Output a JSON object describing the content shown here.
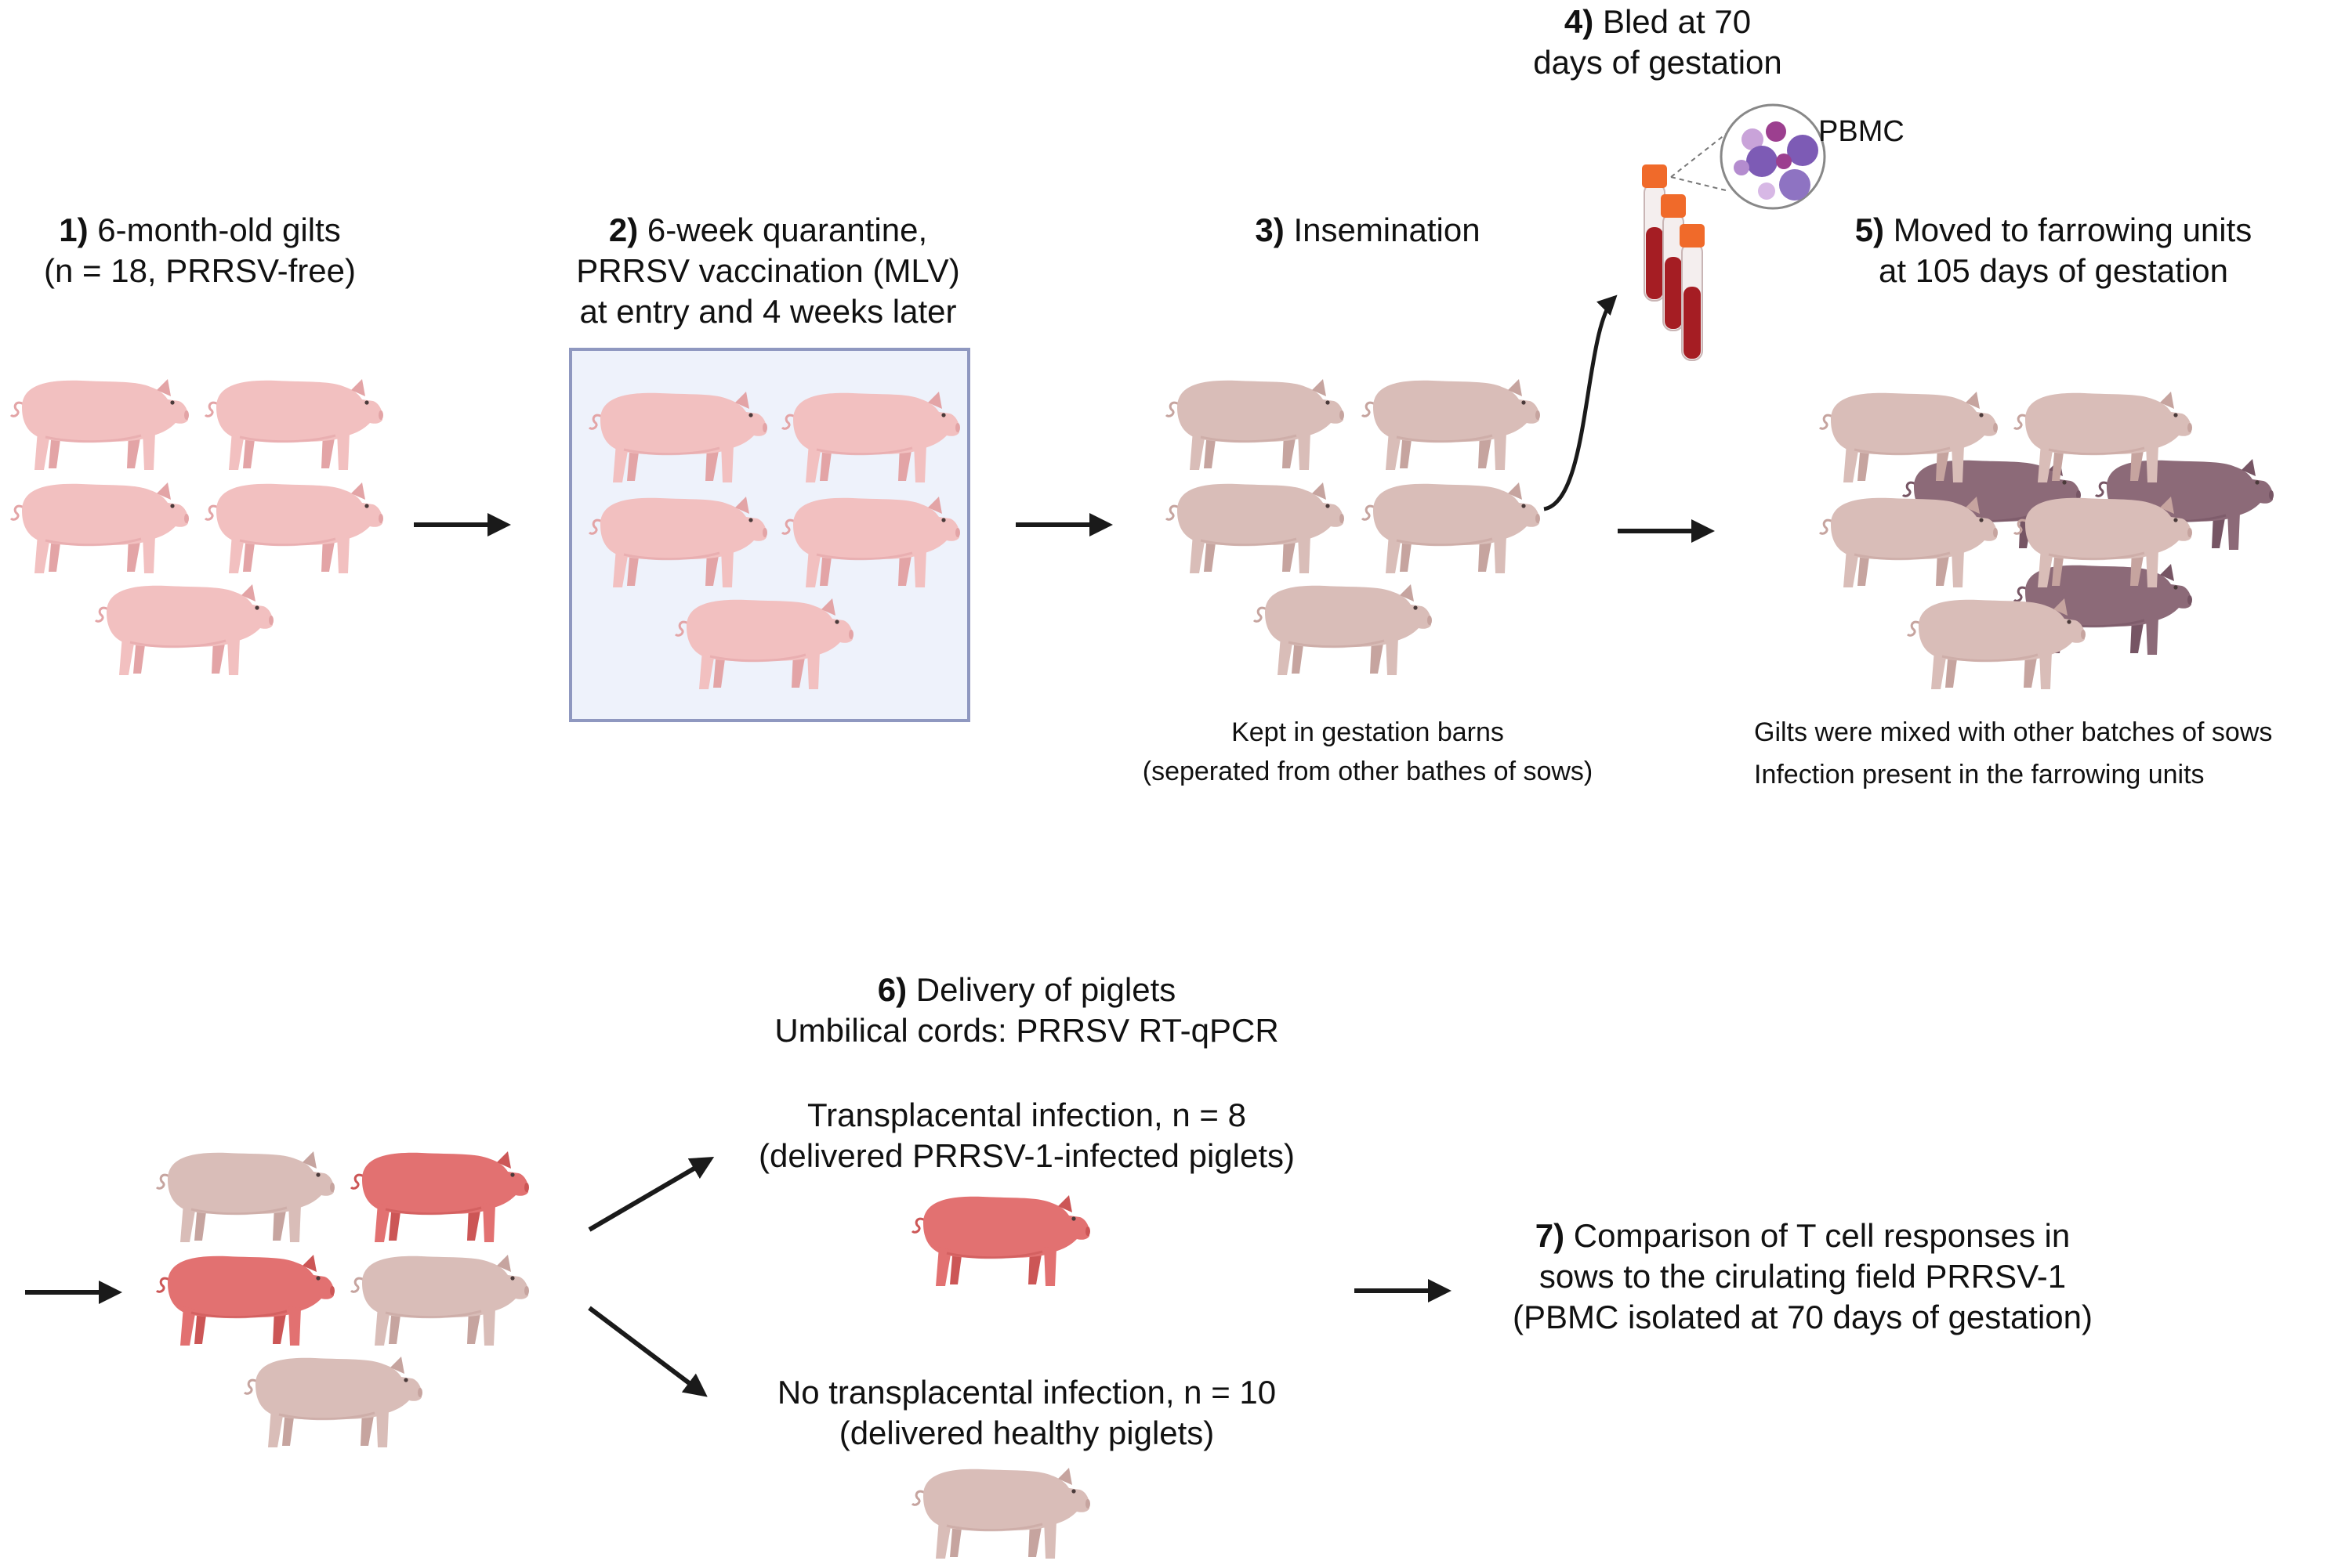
{
  "colors": {
    "pink_pig": "#f2c0c0",
    "pink_pig_dark": "#e3a4a6",
    "beige_pig": "#d9bdb8",
    "beige_pig_dark": "#c6a49f",
    "purple_pig": "#8c6a78",
    "purple_pig_dark": "#765564",
    "red_pig": "#e27171",
    "red_pig_dark": "#cc5656",
    "quarantine_fill": "#eef2fb",
    "quarantine_border": "#8f98c0",
    "arrow": "#1a1a1a",
    "tube_cap": "#f06a2a",
    "tube_blood": "#a51d23",
    "cell_purple": "#7d5bb5",
    "cell_magenta": "#9c3f8f"
  },
  "steps": {
    "s1": {
      "num": "1)",
      "line1": "6-month-old gilts",
      "line2": "(n = 18, PRRSV-free)"
    },
    "s2": {
      "num": "2)",
      "line1": "6-week quarantine,",
      "line2": "PRRSV vaccination (MLV)",
      "line3": "at entry and 4 weeks later"
    },
    "s3": {
      "num": "3)",
      "line1": "Insemination",
      "note1": "Kept in gestation barns",
      "note2": "(seperated from other bathes of sows)"
    },
    "s4": {
      "num": "4)",
      "line1": "Bled at 70",
      "line2": "days of gestation",
      "pbmc": "PBMC"
    },
    "s5": {
      "num": "5)",
      "line1": "Moved to farrowing units",
      "line2": "at 105 days of gestation",
      "note1": "Gilts were mixed with other batches of sows",
      "note2": "Infection present in the farrowing units"
    },
    "s6": {
      "num": "6)",
      "line1": "Delivery of piglets",
      "line2": "Umbilical cords: PRRSV RT-qPCR",
      "infected1": "Transplacental infection, n = 8",
      "infected2": "(delivered PRRSV-1-infected piglets)",
      "healthy1": "No transplacental infection, n = 10",
      "healthy2": "(delivered healthy piglets)"
    },
    "s7": {
      "num": "7)",
      "line1": "Comparison of T cell responses in",
      "line2": "sows to the cirulating field PRRSV-1",
      "line3": "(PBMC isolated at 70 days of gestation)"
    }
  }
}
